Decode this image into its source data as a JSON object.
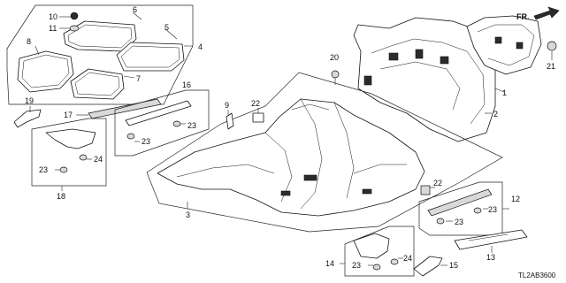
{
  "diagram": {
    "direction_label": "FR.",
    "diagram_code": "TL2AB3600",
    "callouts": {
      "c1": "1",
      "c2": "2",
      "c3": "3",
      "c4": "4",
      "c5": "5",
      "c6": "6",
      "c7": "7",
      "c8": "8",
      "c9": "9",
      "c10": "10",
      "c11": "11",
      "c12": "12",
      "c13": "13",
      "c14": "14",
      "c15": "15",
      "c16": "16",
      "c17": "17",
      "c18": "18",
      "c19": "19",
      "c20": "20",
      "c21": "21",
      "c22a": "22",
      "c22b": "22",
      "c23a": "23",
      "c23b": "23",
      "c23c": "23",
      "c23d": "23",
      "c23e": "23",
      "c23f": "23",
      "c24a": "24",
      "c24b": "24"
    }
  }
}
